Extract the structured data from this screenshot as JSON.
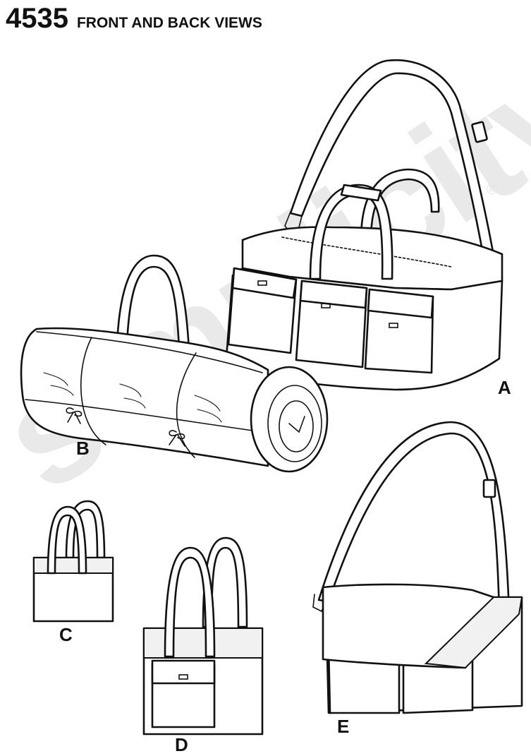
{
  "header": {
    "pattern_number": "4535",
    "title": "FRONT AND BACK VIEWS"
  },
  "watermark": {
    "brand": "simplicity",
    "registered_mark": "®"
  },
  "views": {
    "a": "A",
    "b": "B",
    "c": "C",
    "d": "D",
    "e": "E"
  }
}
